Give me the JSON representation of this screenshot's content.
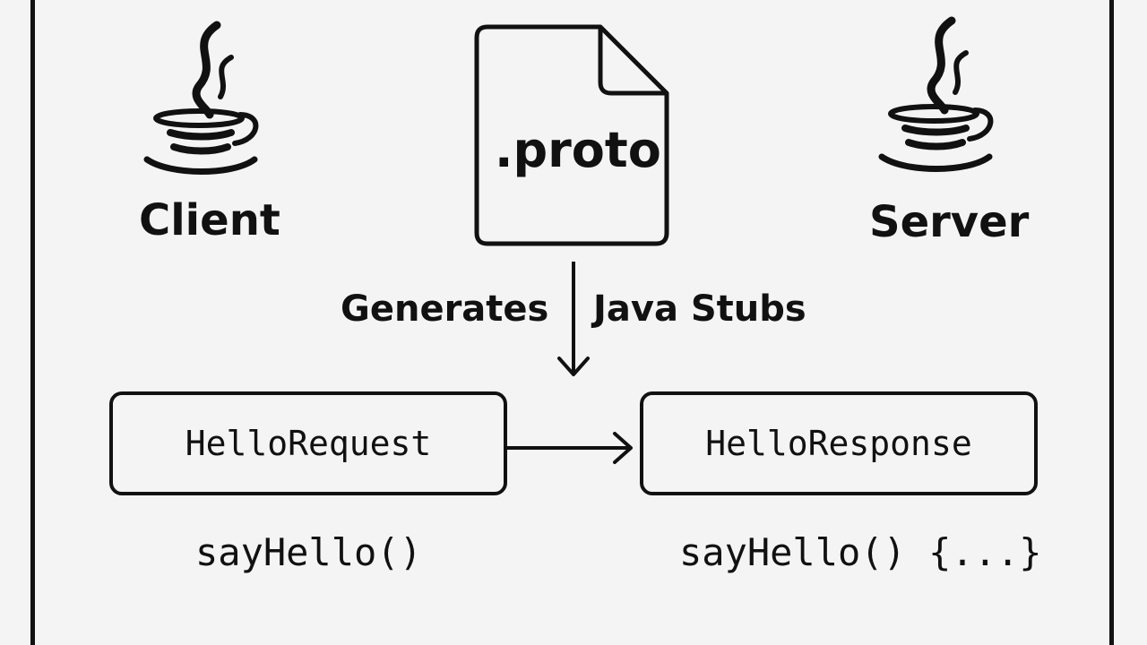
{
  "client": {
    "label": "Client",
    "icon": "java-cup-icon"
  },
  "server": {
    "label": "Server",
    "icon": "java-cup-icon"
  },
  "proto_file": {
    "label": ".proto",
    "icon": "file-icon"
  },
  "arrow_caption": {
    "left": "Generates",
    "right": "Java Stubs"
  },
  "request_box": {
    "label": "HelloRequest"
  },
  "response_box": {
    "label": "HelloResponse"
  },
  "client_method": "sayHello()",
  "server_method": "sayHello() {...}"
}
